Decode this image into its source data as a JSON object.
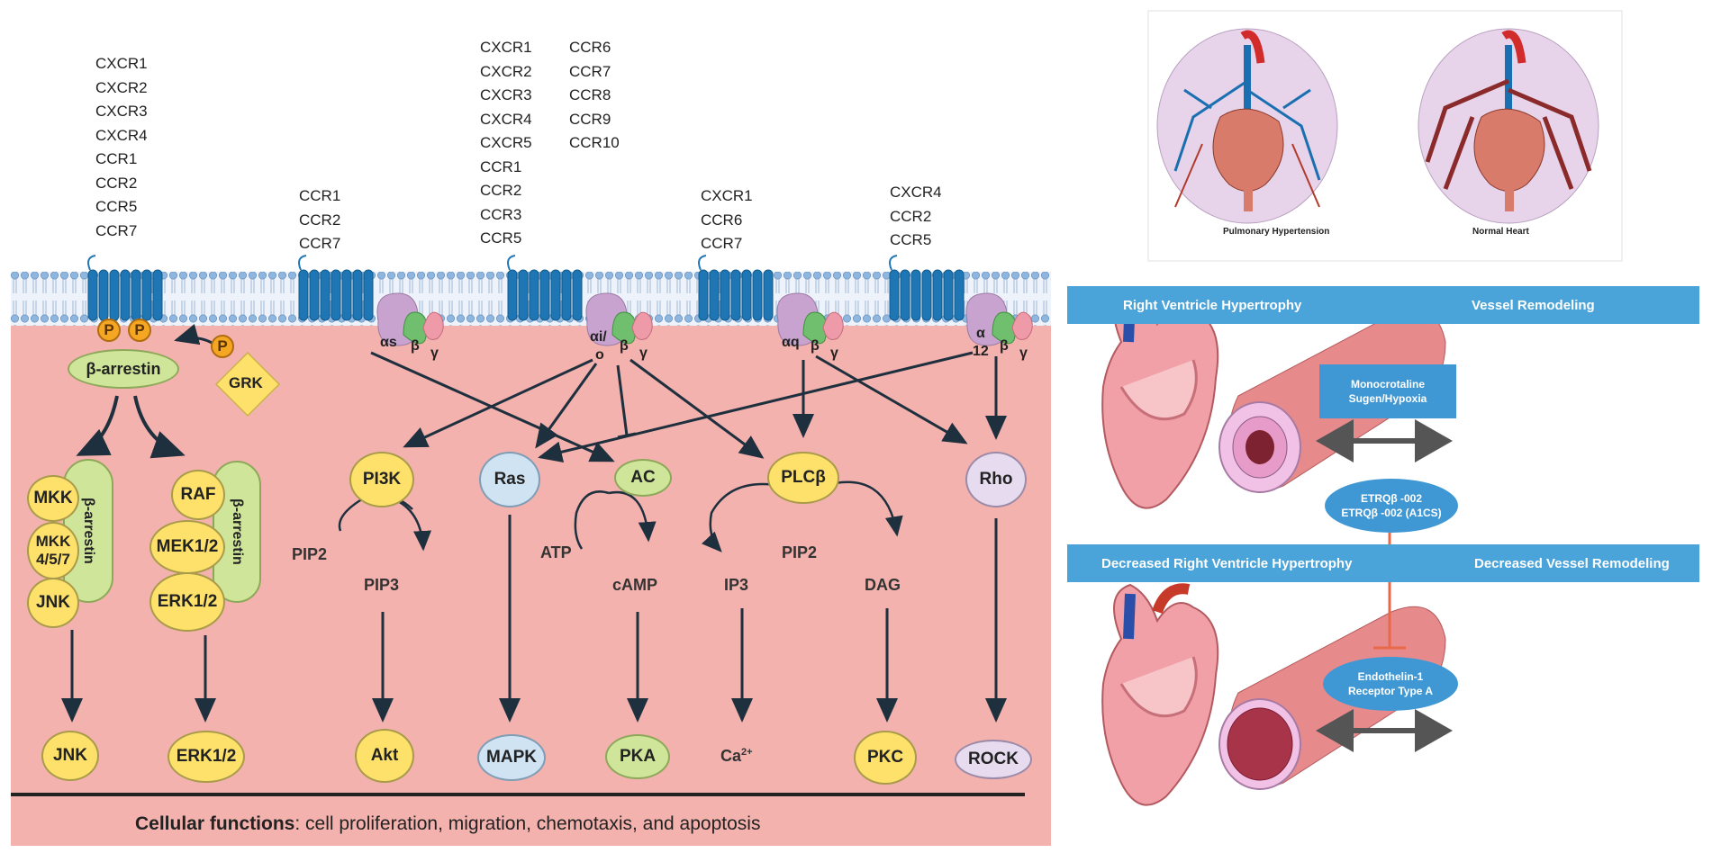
{
  "receptors": {
    "col1": [
      "CXCR1",
      "CXCR2",
      "CXCR3",
      "CXCR4",
      "CCR1",
      "CCR2",
      "CCR5",
      "CCR7"
    ],
    "col2": [
      "CCR1",
      "CCR2",
      "CCR7"
    ],
    "col3a": [
      "CXCR1",
      "CXCR2",
      "CXCR3",
      "CXCR4",
      "CXCR5",
      "CCR1",
      "CCR2",
      "CCR3",
      "CCR5"
    ],
    "col3b": [
      "CCR6",
      "CCR7",
      "CCR8",
      "CCR9",
      "CCR10"
    ],
    "col4": [
      "CXCR1",
      "CCR6",
      "CCR7"
    ],
    "col5": [
      "CXCR4",
      "CCR2",
      "CCR5"
    ]
  },
  "gproteins": {
    "s_alpha": "αs",
    "i_alpha": "αi/",
    "i_alpha2": "o",
    "q_alpha": "αq",
    "a12_alpha": "α",
    "a12_alpha2": "12",
    "beta": "β",
    "gamma": "γ"
  },
  "nodes": {
    "p": "P",
    "barrestin": "β-arrestin",
    "grk": "GRK",
    "mkk": "MKK",
    "mkk457": "MKK\n4/5/7",
    "jnk_in": "JNK",
    "barrestin_v": "β-arrestin",
    "raf": "RAF",
    "mek": "MEK1/2",
    "erk_in": "ERK1/2",
    "pi3k": "PI3K",
    "ras": "Ras",
    "ac": "AC",
    "plcb": "PLCβ",
    "rho": "Rho",
    "pip2a": "PIP2",
    "pip3": "PIP3",
    "atp": "ATP",
    "camp": "cAMP",
    "ip3": "IP3",
    "pip2b": "PIP2",
    "dag": "DAG",
    "jnk": "JNK",
    "erk": "ERK1/2",
    "akt": "Akt",
    "mapk": "MAPK",
    "pka": "PKA",
    "ca": "Ca",
    "ca_sup": "2+",
    "pkc": "PKC",
    "rock": "ROCK"
  },
  "footer": {
    "bold": "Cellular functions",
    "rest": ": cell proliferation, migration, chemotaxis, and apoptosis"
  },
  "right": {
    "ph_caption": "Pulmonary Hypertension",
    "normal_caption": "Normal Heart",
    "banner1_left": "Right Ventricle Hypertrophy",
    "banner1_right": "Vessel Remodeling",
    "model_line1": "Monocrotaline",
    "model_line2": "Sugen/Hypoxia",
    "drug_line1": "ETRQβ -002",
    "drug_line2": "ETRQβ -002 (A1CS)",
    "banner2_left": "Decreased Right Ventricle Hypertrophy",
    "banner2_right": "Decreased Vessel Remodeling",
    "target_line1": "Endothelin-1",
    "target_line2": "Receptor Type A"
  },
  "colors": {
    "cytoplasm": "#f3b2ad",
    "membrane": "#8fb6df",
    "receptor": "#1e77b4",
    "node_yellow": "#fde16a",
    "node_green": "#cfe69a",
    "node_blue": "#cfe3f3",
    "node_lavender": "#e7dcef",
    "banner": "#4aa3d9",
    "inhibit_line": "#e8684a"
  }
}
